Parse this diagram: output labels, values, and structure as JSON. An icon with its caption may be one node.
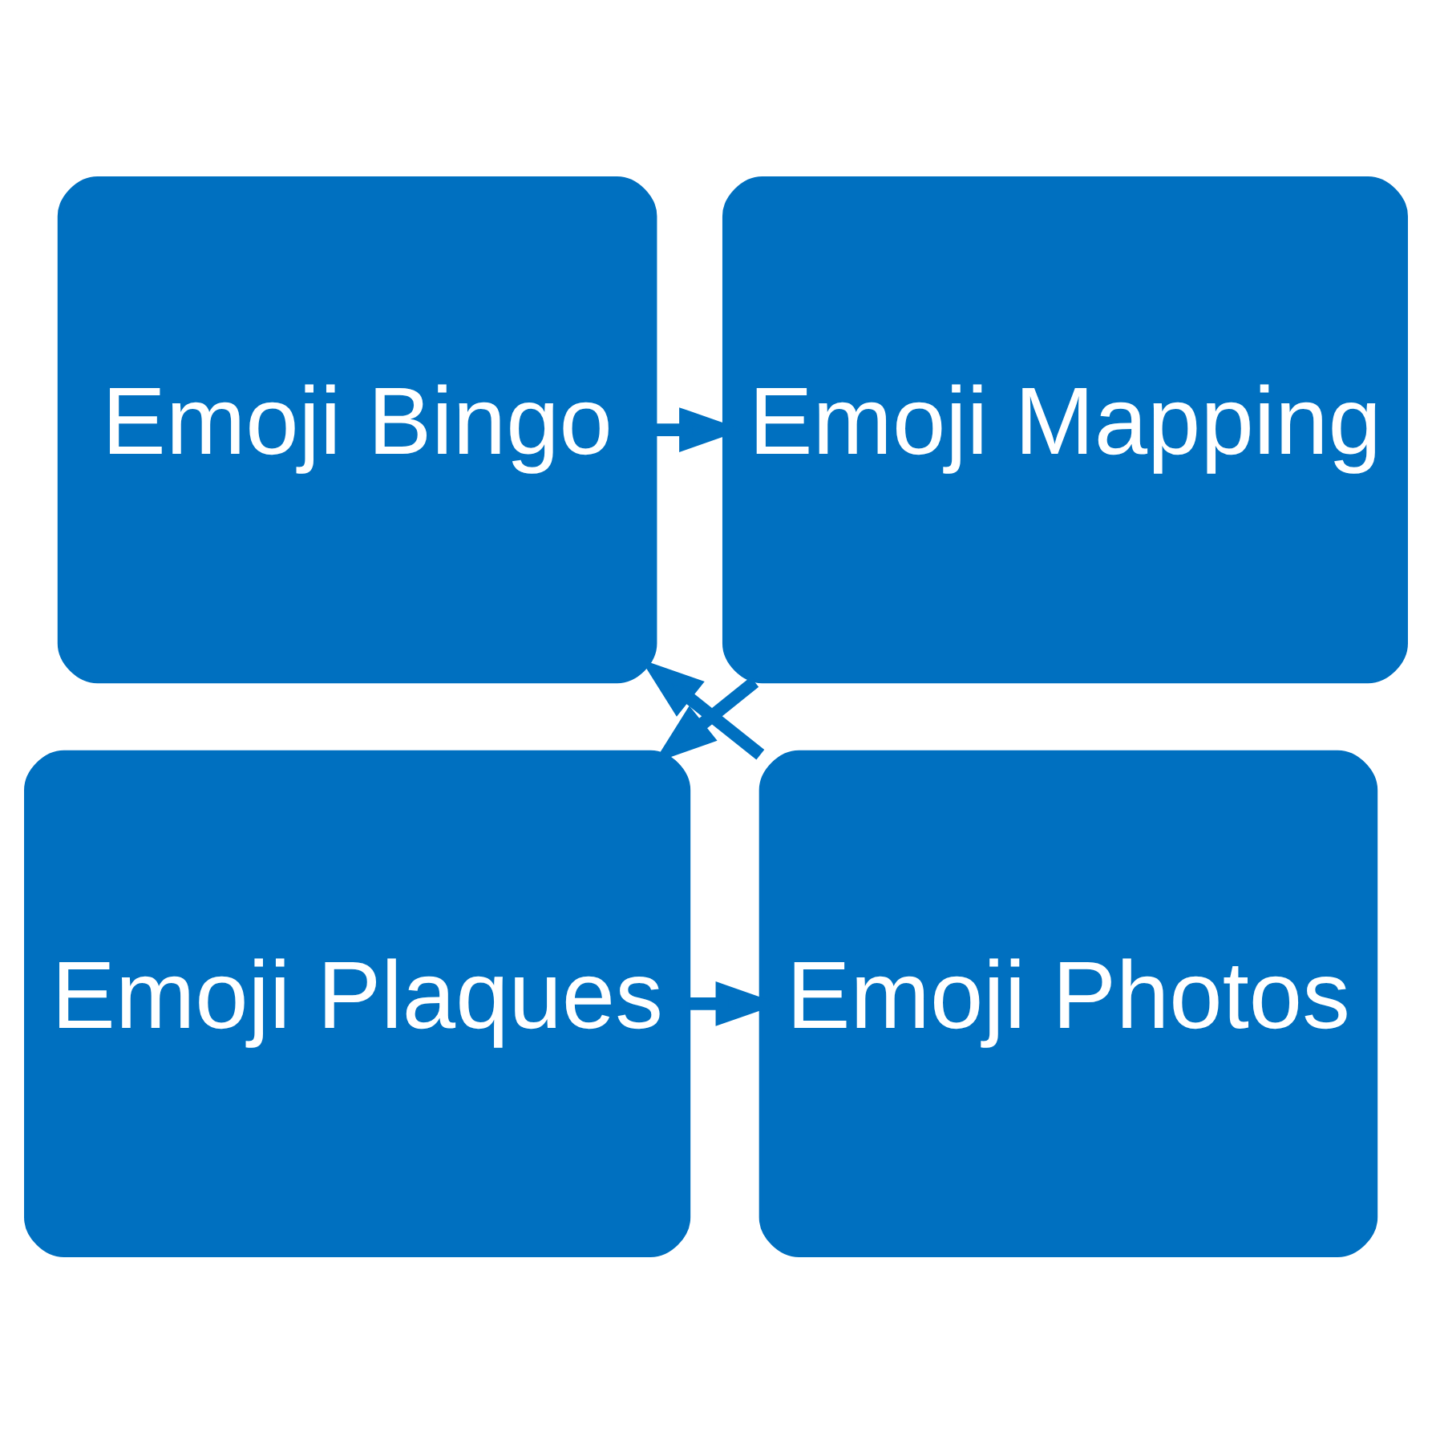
{
  "diagram": {
    "nodes": [
      {
        "text": [
          "Emoji Bingo"
        ]
      },
      {
        "text": [
          "Emoji Mapping"
        ]
      },
      {
        "text": [
          "Emoji Photos"
        ]
      },
      {
        "text": [
          "Emoji Plaques"
        ]
      }
    ],
    "edges": [
      {
        "from": 0,
        "to": 1,
        "arrow": "to"
      },
      {
        "from": 1,
        "to": 3,
        "arrow": "to"
      },
      {
        "from": 3,
        "to": 2,
        "arrow": "to"
      },
      {
        "from": 2,
        "to": 0,
        "arrow": "to"
      }
    ]
  }
}
